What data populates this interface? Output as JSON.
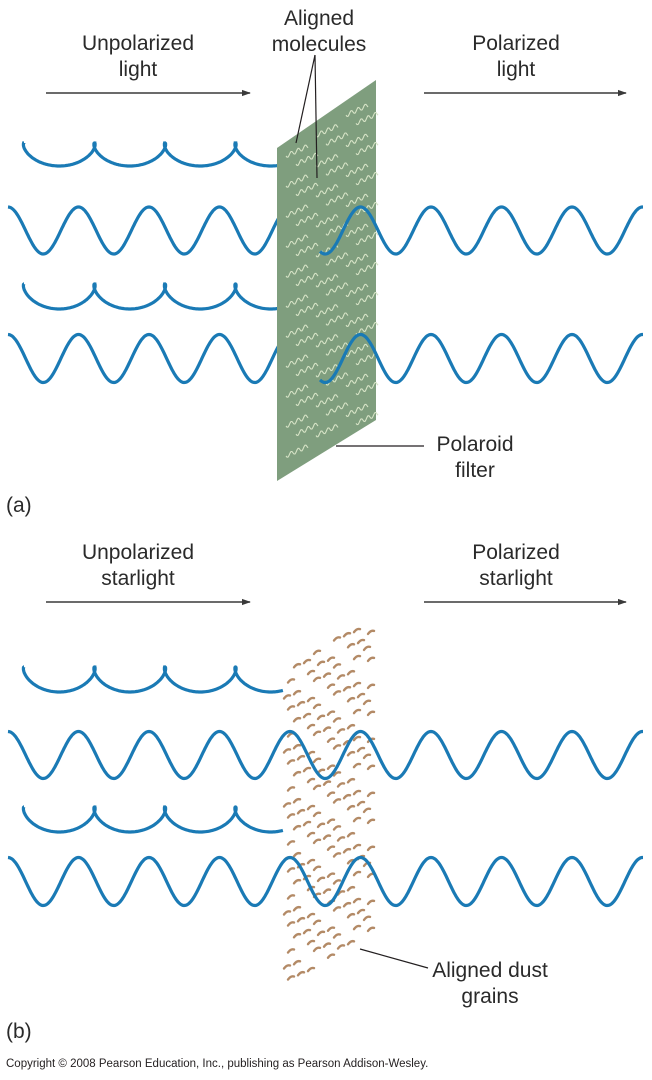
{
  "figure": {
    "title": "Polarization of light",
    "colors": {
      "wave": "#1a7ab5",
      "filter": "#7f9e7e",
      "filter_molecules": "#d6e3c6",
      "dust": "#b38a66",
      "arrow": "#3a3a3a",
      "leader": "#231f20"
    }
  },
  "panel_a": {
    "label": "(a)",
    "incoming_label_line1": "Unpolarized",
    "incoming_label_line2": "light",
    "outgoing_label_line1": "Polarized",
    "outgoing_label_line2": "light",
    "molecules_label_line1": "Aligned",
    "molecules_label_line2": "molecules",
    "filter_label_line1": "Polaroid",
    "filter_label_line2": "filter"
  },
  "panel_b": {
    "label": "(b)",
    "incoming_label_line1": "Unpolarized",
    "incoming_label_line2": "starlight",
    "outgoing_label_line1": "Polarized",
    "outgoing_label_line2": "starlight",
    "dust_label_line1": "Aligned dust",
    "dust_label_line2": "grains"
  },
  "copyright": "Copyright © 2008 Pearson Education, Inc., publishing as Pearson Addison-Wesley."
}
